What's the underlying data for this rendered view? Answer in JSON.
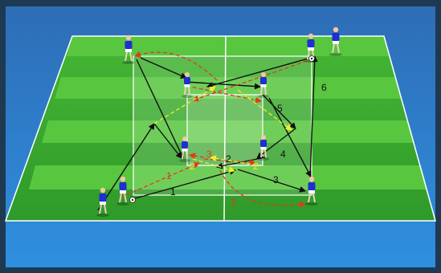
{
  "colors": {
    "frame": "#1e3a52",
    "sky_top": "#2e6db6",
    "sky_bottom": "#2f8fe0",
    "grass_light": "#52c23b",
    "grass_dark": "#2f9a2a",
    "jersey": "#1f2fd0",
    "shorts": "#ffffff",
    "black_pass": "#111111",
    "red_run": "#e23a18",
    "yellow_pass": "#f3ee2a"
  },
  "labels": {
    "run_1": "1",
    "pass_1": "1",
    "pass_2_center": "2",
    "yellow_2_left": "2",
    "yellow_2_right": "2",
    "red_2_bottom": "2",
    "pass_3_red": "3",
    "pass_3_black": "3",
    "pass_4": "4",
    "pass_5": "5",
    "pass_6": "6"
  },
  "icons": {
    "ball": "soccer-ball-icon",
    "player": "player-icon"
  }
}
